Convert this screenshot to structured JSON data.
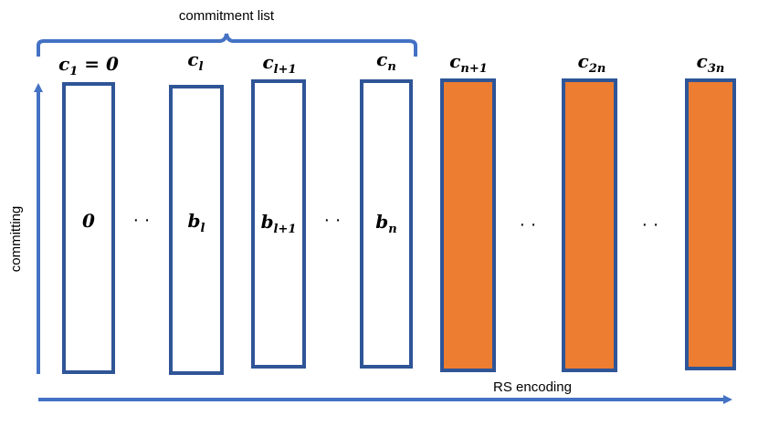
{
  "labels": {
    "brace_label": "commitment list",
    "vertical_axis": "committing",
    "horizontal_axis": "RS encoding"
  },
  "commitments": [
    {
      "base": "c",
      "sub": "1",
      "suffix": " = 0"
    },
    {
      "base": "c",
      "sub": "l",
      "suffix": ""
    },
    {
      "base": "c",
      "sub": "l+1",
      "suffix": ""
    },
    {
      "base": "c",
      "sub": "n",
      "suffix": ""
    },
    {
      "base": "c",
      "sub": "n+1",
      "suffix": ""
    },
    {
      "base": "c",
      "sub": "2n",
      "suffix": ""
    },
    {
      "base": "c",
      "sub": "3n",
      "suffix": ""
    }
  ],
  "values": [
    {
      "base": "0",
      "sub": ""
    },
    {
      "base": "b",
      "sub": "l"
    },
    {
      "base": "b",
      "sub": "l+1"
    },
    {
      "base": "b",
      "sub": "n"
    }
  ],
  "ellipsis": "· ·",
  "colors": {
    "outline": "#2f5597",
    "arrow": "#4472c4",
    "encoded_fill": "#ed7d31",
    "plain_fill": "#ffffff"
  }
}
